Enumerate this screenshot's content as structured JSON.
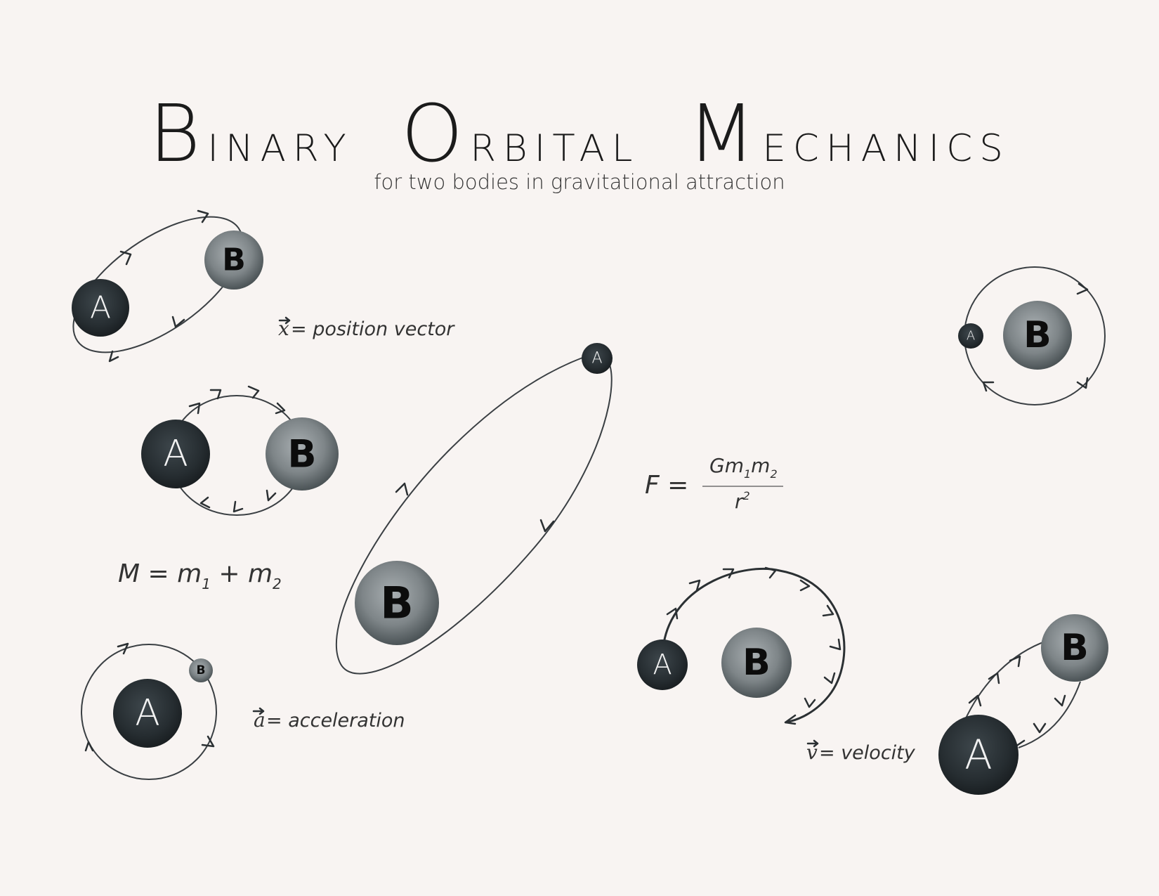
{
  "title": {
    "word1_first": "B",
    "word1_rest": "inary",
    "word2_first": "O",
    "word2_rest": "rbital",
    "word3_first": "M",
    "word3_rest": "echanics"
  },
  "subtitle": "for two bodies in gravitational attraction",
  "bodies": {
    "a_label": "A",
    "b_label": "B"
  },
  "equations": {
    "position": {
      "symbol": "x",
      "text": " = position vector"
    },
    "acceleration": {
      "symbol": "a",
      "text": " = acceleration"
    },
    "velocity": {
      "symbol": "v",
      "text": " = velocity"
    },
    "mass": {
      "lhs": "M = m",
      "sub1": "1",
      "plus": " + m",
      "sub2": "2"
    },
    "force": {
      "lhs": "F =",
      "num_g": "Gm",
      "num_sub1": "1",
      "num_m": "m",
      "num_sub2": "2",
      "den": "r",
      "den_sup": "2"
    }
  },
  "colors": {
    "background": "#f8f4f2",
    "body_dark": "#2a3236",
    "body_light": "#8e9497"
  }
}
